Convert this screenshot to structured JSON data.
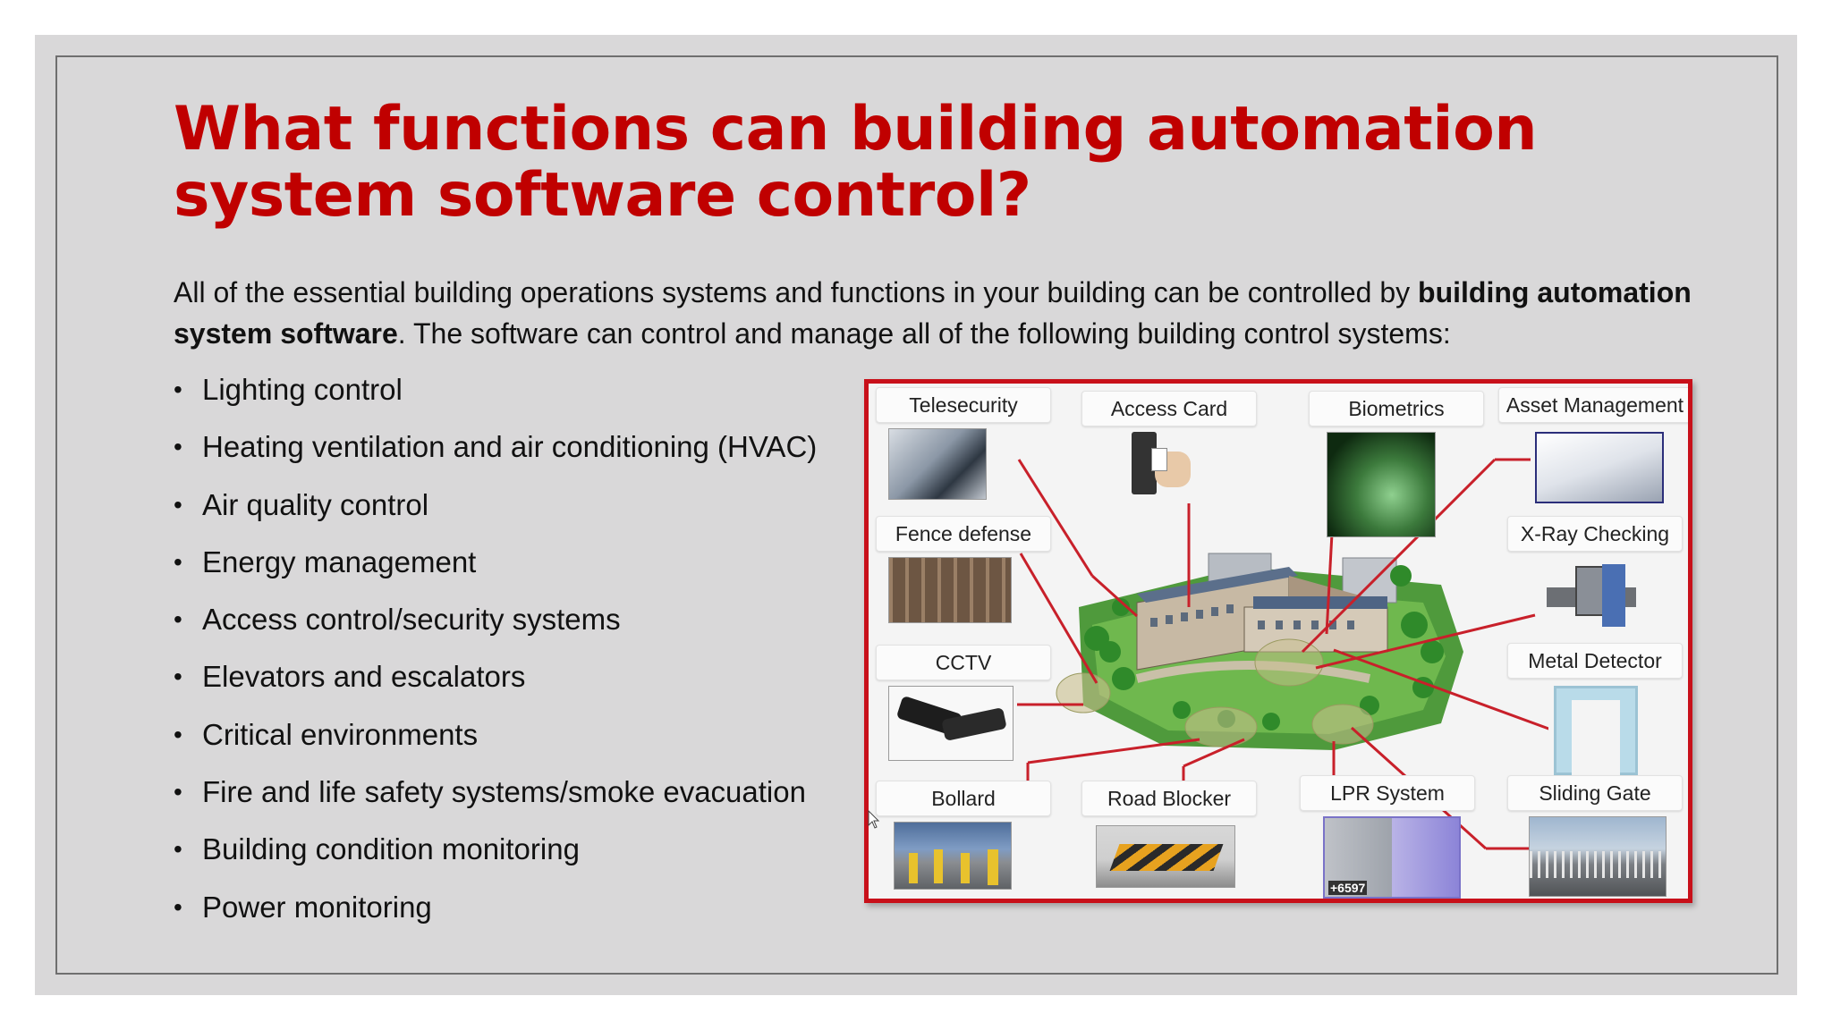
{
  "slide": {
    "title": "What functions can building automation system software control?",
    "intro": {
      "part1": "All of the essential building operations systems and functions in your building can be controlled by ",
      "bold": "building automation system software",
      "part2": ". The software can control and manage all of the following building control systems:"
    },
    "bullets": [
      "Lighting control",
      "Heating ventilation and air conditioning (HVAC)",
      "Air quality control",
      "Energy management",
      "Access control/security systems",
      "Elevators and escalators",
      "Critical environments",
      "Fire and life safety systems/smoke evacuation",
      "Building condition monitoring",
      "Power monitoring"
    ],
    "bullet_symbol": "•"
  },
  "diagram": {
    "labels": {
      "telesecurity": "Telesecurity",
      "access_card": "Access Card",
      "biometrics": "Biometrics",
      "asset_management": "Asset Management",
      "fence_defense": "Fence defense",
      "xray_checking": "X-Ray Checking",
      "cctv": "CCTV",
      "metal_detector": "Metal Detector",
      "bollard": "Bollard",
      "road_blocker": "Road Blocker",
      "lpr_system": "LPR System",
      "sliding_gate": "Sliding Gate"
    },
    "lpr_plate_text": "+6597"
  },
  "colors": {
    "title": "#c00000",
    "frame_border": "#c8101a",
    "connector_lines": "#c8202a",
    "slide_background": "#d9d8d9"
  }
}
